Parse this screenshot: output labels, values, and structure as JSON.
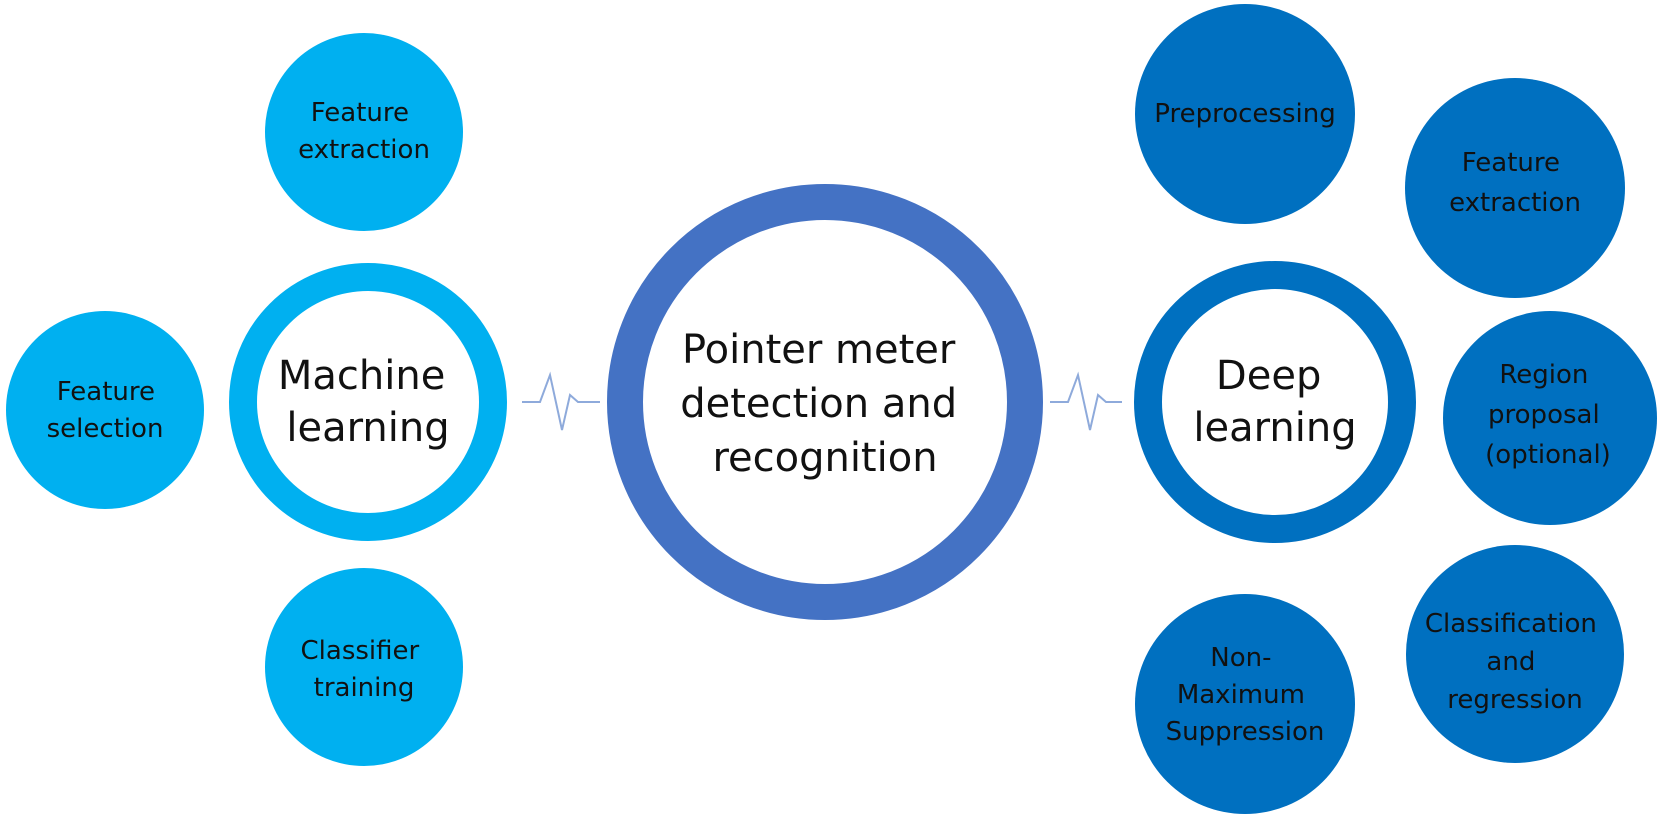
{
  "colors": {
    "light_blue": "#00B0F0",
    "dark_blue": "#0070C0",
    "center_blue": "#4472C4",
    "connector": "#8EAADB",
    "text": "#111111"
  },
  "center": {
    "lines": [
      "Pointer meter",
      "detection and",
      "recognition"
    ]
  },
  "left_hub": {
    "lines": [
      "Machine",
      "learning"
    ]
  },
  "right_hub": {
    "lines": [
      "Deep",
      "learning"
    ]
  },
  "left_nodes": [
    {
      "lines": [
        "Feature",
        "extraction"
      ]
    },
    {
      "lines": [
        "Feature",
        "selection"
      ]
    },
    {
      "lines": [
        "Classifier",
        "training"
      ]
    }
  ],
  "right_nodes": [
    {
      "lines": [
        "Preprocessing"
      ]
    },
    {
      "lines": [
        "Feature",
        "extraction"
      ]
    },
    {
      "lines": [
        "Region",
        "proposal",
        "(optional)"
      ]
    },
    {
      "lines": [
        "Classification",
        "and",
        "regression"
      ]
    },
    {
      "lines": [
        "Non-",
        "Maximum",
        "Suppression"
      ]
    }
  ]
}
